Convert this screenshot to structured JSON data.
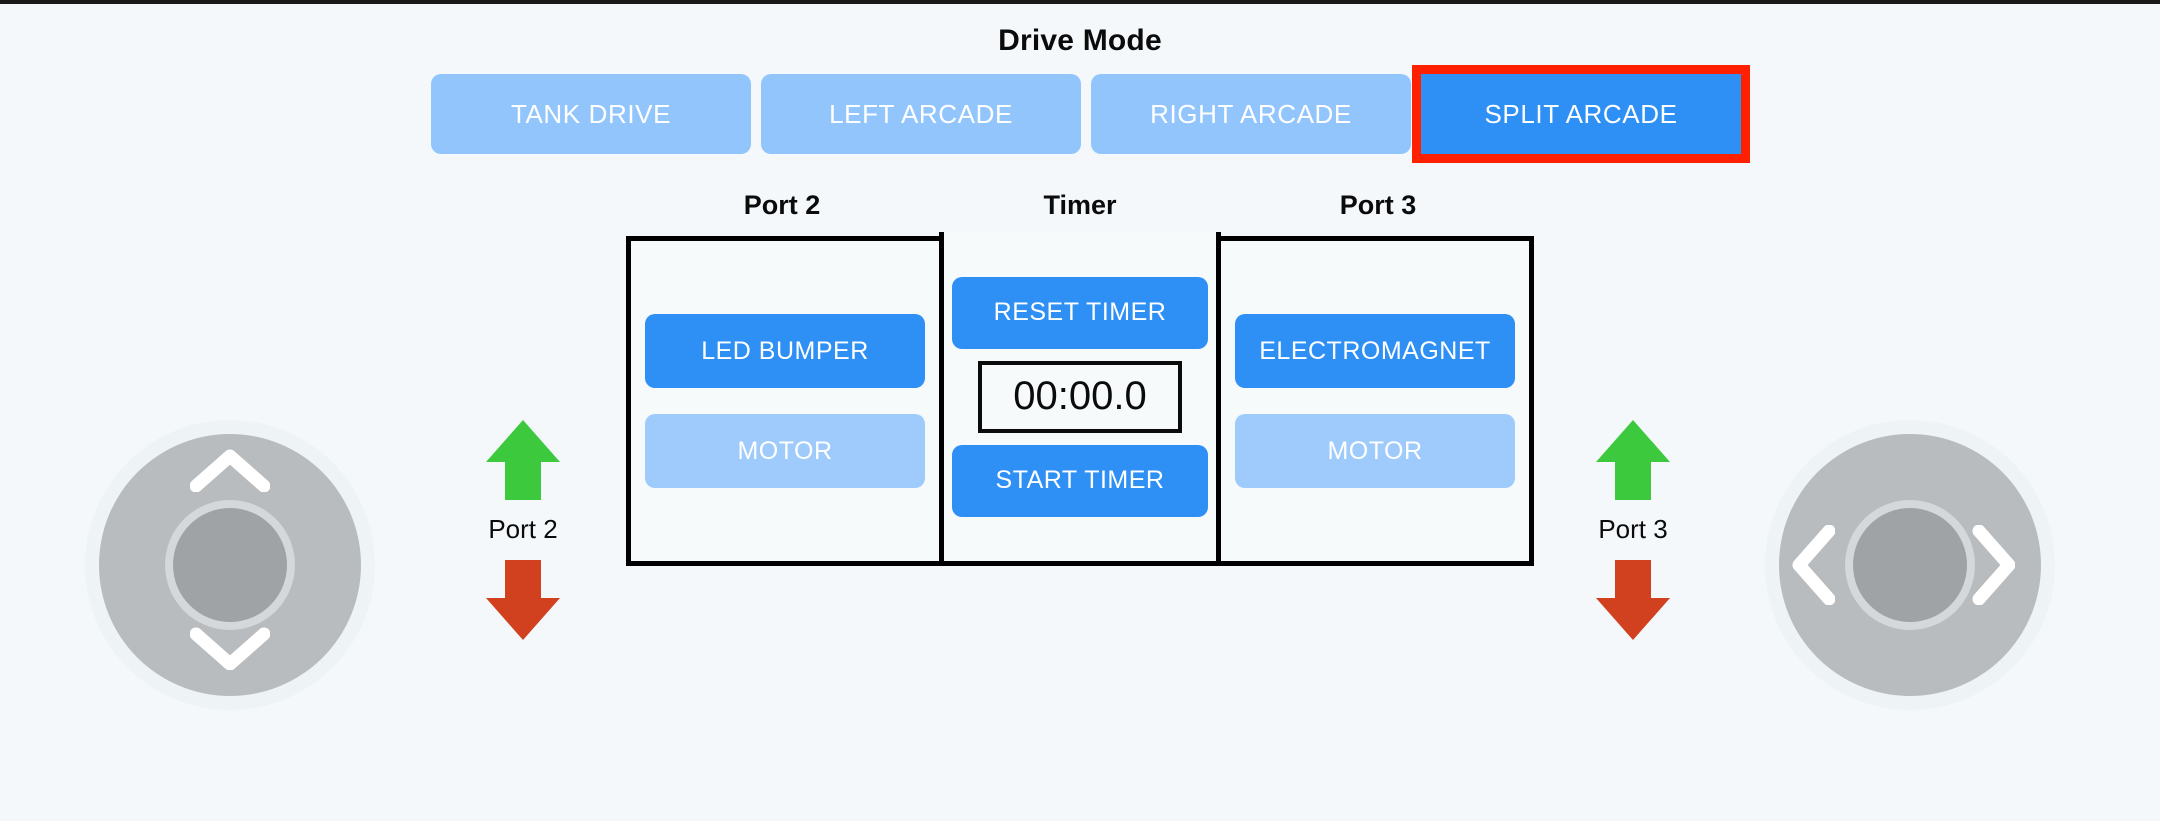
{
  "page": {
    "background_color": "#f4f8fa",
    "accent_active": "#2e90f5",
    "accent_inactive": "#93c5fd",
    "focus_ring_color": "#ff2000",
    "arrow_up_color": "#3dc93d",
    "arrow_down_color": "#d1411f",
    "border_color": "#000000"
  },
  "drive_mode": {
    "title": "Drive Mode",
    "buttons": [
      {
        "label": "TANK DRIVE",
        "active": false
      },
      {
        "label": "LEFT ARCADE",
        "active": false
      },
      {
        "label": "RIGHT ARCADE",
        "active": false
      },
      {
        "label": "SPLIT ARCADE",
        "active": true
      }
    ],
    "selected": "SPLIT ARCADE"
  },
  "columns": {
    "headers": [
      "Port 2",
      "Timer",
      "Port 3"
    ]
  },
  "port2": {
    "header": "Port 2",
    "device_button": {
      "label": "LED BUMPER",
      "active": true
    },
    "motor_button": {
      "label": "MOTOR",
      "active": false
    },
    "indicator_label": "Port 2",
    "up_arrow_icon": "arrow-up-icon",
    "down_arrow_icon": "arrow-down-icon"
  },
  "port3": {
    "header": "Port 3",
    "device_button": {
      "label": "ELECTROMAGNET",
      "active": true
    },
    "motor_button": {
      "label": "MOTOR",
      "active": false
    },
    "indicator_label": "Port 3",
    "up_arrow_icon": "arrow-up-icon",
    "down_arrow_icon": "arrow-down-icon"
  },
  "timer": {
    "header": "Timer",
    "reset_label": "RESET TIMER",
    "display": "00:00.0",
    "start_label": "START TIMER"
  },
  "joystick_left": {
    "up_icon": "chevron-up-icon",
    "down_icon": "chevron-down-icon",
    "axis": "vertical"
  },
  "joystick_right": {
    "left_icon": "chevron-left-icon",
    "right_icon": "chevron-right-icon",
    "axis": "horizontal"
  }
}
